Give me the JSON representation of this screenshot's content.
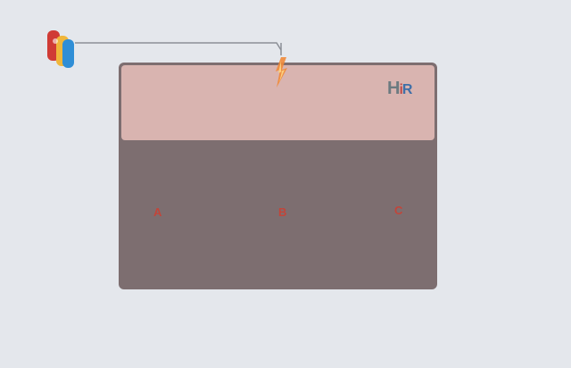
{
  "diagram": {
    "logo": {
      "part_h": "H",
      "part_i": "i",
      "part_r": "R"
    },
    "chamber_labels": [
      "A",
      "B",
      "C"
    ]
  },
  "colors": {
    "background": "#e4e7ec",
    "combustion_chamber": "#d9b4b0",
    "ceramic_media": "#d8b370",
    "media_grid": "#7a6a3a",
    "plenum": "#c3c4c9",
    "inlet_gas": "#f5d98b",
    "clean_gas": "#8fd1e6",
    "purge_line": "#e0474c",
    "burner_flame": "#f08a3a"
  }
}
